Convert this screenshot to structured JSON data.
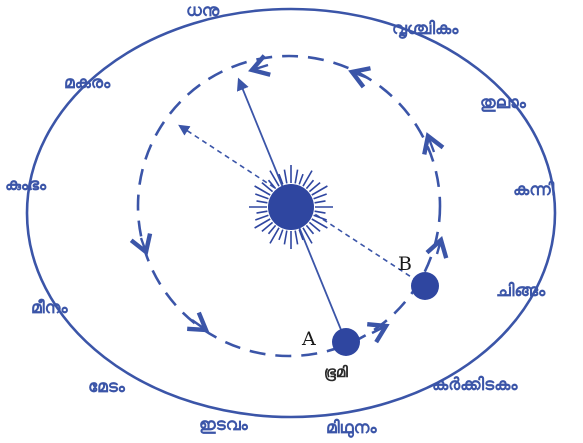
{
  "zodiac_signs": [
    {
      "id": "dhanu",
      "label": "ധനു"
    },
    {
      "id": "vrischikam",
      "label": "വൃശ്ചികം"
    },
    {
      "id": "thulam",
      "label": "തുലാം"
    },
    {
      "id": "kanni",
      "label": "കന്നി"
    },
    {
      "id": "chingam",
      "label": "ചിങ്ങം"
    },
    {
      "id": "karkkidakam",
      "label": "കർക്കിടകം"
    },
    {
      "id": "mithunam",
      "label": "മിഥുനം"
    },
    {
      "id": "idavam",
      "label": "ഇടവം"
    },
    {
      "id": "medam",
      "label": "മേടം"
    },
    {
      "id": "meenam",
      "label": "മീനം"
    },
    {
      "id": "kumbham",
      "label": "കുംഭം"
    },
    {
      "id": "makaram",
      "label": "മകരം"
    }
  ],
  "points": {
    "a": "A",
    "b": "B"
  },
  "earth_label": "ഭൂമി",
  "colors": {
    "line": "#3b55a8",
    "planet": "#2f46a0",
    "text": "#3b55a8"
  }
}
